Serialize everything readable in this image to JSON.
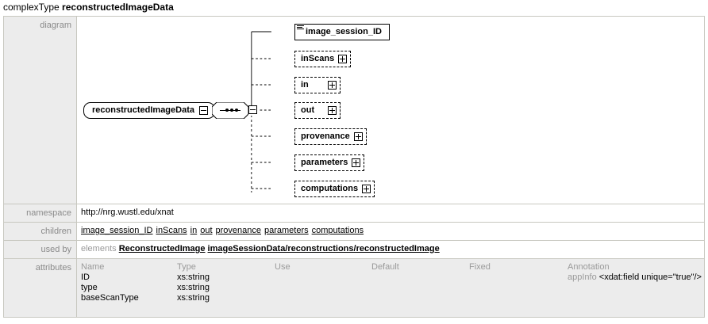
{
  "title": {
    "keyword": "complexType",
    "name": "reconstructedImageData"
  },
  "rows": {
    "diagram_label": "diagram",
    "namespace_label": "namespace",
    "namespace_value": "http://nrg.wustl.edu/xnat",
    "children_label": "children",
    "usedby_label": "used by",
    "usedby_prefix": "elements",
    "attributes_label": "attributes"
  },
  "children_links": [
    "image_session_ID",
    "inScans",
    "in",
    "out",
    "provenance",
    "parameters",
    "computations"
  ],
  "usedby_links": [
    "ReconstructedImage",
    "imageSessionData/reconstructions/reconstructedImage"
  ],
  "diagram": {
    "root": {
      "label": "reconstructedImageData",
      "toggle": "minus"
    },
    "compositor": {
      "kind": "sequence",
      "toggle": "minus"
    },
    "children": [
      {
        "label": "image_session_ID",
        "required": true,
        "toggle": "none"
      },
      {
        "label": "inScans",
        "required": false,
        "toggle": "plus"
      },
      {
        "label": "in",
        "required": false,
        "toggle": "plus"
      },
      {
        "label": "out",
        "required": false,
        "toggle": "plus"
      },
      {
        "label": "provenance",
        "required": false,
        "toggle": "plus"
      },
      {
        "label": "parameters",
        "required": false,
        "toggle": "plus"
      },
      {
        "label": "computations",
        "required": false,
        "toggle": "plus"
      }
    ]
  },
  "attributes": {
    "headers": [
      "Name",
      "Type",
      "Use",
      "Default",
      "Fixed",
      "Annotation"
    ],
    "rows": [
      {
        "name": "ID",
        "type": "xs:string",
        "use": "",
        "default": "",
        "fixed": "",
        "annotation_label": "appInfo",
        "annotation_value": "<xdat:field unique=\"true\"/>"
      },
      {
        "name": "type",
        "type": "xs:string",
        "use": "",
        "default": "",
        "fixed": "",
        "annotation_label": "",
        "annotation_value": ""
      },
      {
        "name": "baseScanType",
        "type": "xs:string",
        "use": "",
        "default": "",
        "fixed": "",
        "annotation_label": "",
        "annotation_value": ""
      }
    ]
  },
  "colors": {
    "label_bg": "#ececec",
    "border": "#c8c8c0",
    "label_text": "#8a8a8a",
    "shadow": "#b4b4b4"
  }
}
